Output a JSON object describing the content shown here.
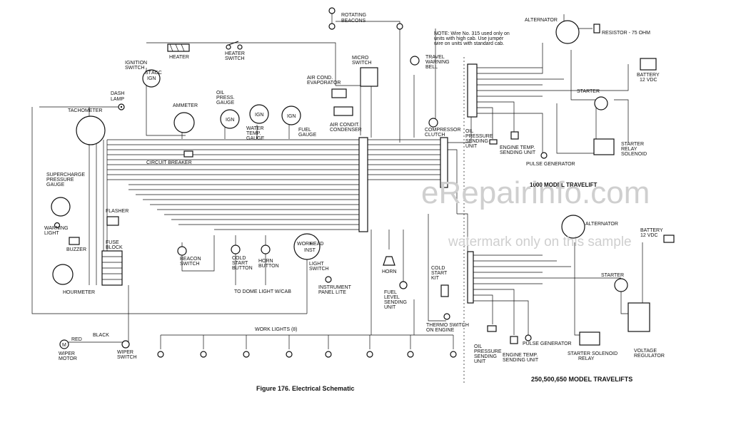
{
  "figure": {
    "caption": "Figure 176. Electrical Schematic",
    "section_1000": "1000 MODEL TRAVELIFT",
    "section_250": "250,500,650 MODEL TRAVELIFTS"
  },
  "note": {
    "line1": "NOTE: Wire No. 315 used only on",
    "line2": "units with high cab. Use jumper",
    "line3": "wire on units with standard cab."
  },
  "watermark": {
    "logo": "eRepairinfo.com",
    "sample": "watermark only on this sample"
  },
  "labels": {
    "rotating_beacons": [
      "ROTATING",
      "BEACONS"
    ],
    "heater": "HEATER",
    "heater_switch": [
      "HEATER",
      "SWITCH"
    ],
    "ignition_switch": [
      "IGNITION",
      "SWITCH"
    ],
    "dash_lamp": [
      "DASH",
      "LAMP"
    ],
    "tachometer": "TACHOMETER",
    "ammeter": "AMMETER",
    "oil_press_gauge": [
      "OIL",
      "PRESS.",
      "GAUGE"
    ],
    "water_temp_gauge": [
      "WATER",
      "TEMP.",
      "GAUGE"
    ],
    "fuel_gauge": [
      "FUEL",
      "GAUGE"
    ],
    "micro_switch": [
      "MICRO",
      "SWITCH"
    ],
    "air_cond_evaporator": [
      "AIR COND.",
      "EVAPORATOR"
    ],
    "air_cond_condenser": [
      "AIR CONDIT.",
      "CONDENSER"
    ],
    "travel_warning_bell": [
      "TRAVEL",
      "WARNING",
      "BELL"
    ],
    "compressor_clutch": [
      "COMPRESSOR",
      "CLUTCH"
    ],
    "circuit_breaker": "CIRCUIT BREAKER",
    "supercharge_gauge": [
      "SUPERCHARGE",
      "PRESSURE",
      "GAUGE"
    ],
    "warning_light": [
      "WARNING",
      "LIGHT"
    ],
    "flasher": "FLASHER",
    "buzzer": "BUZZER",
    "fuse_block": [
      "FUSE",
      "BLOCK"
    ],
    "hourmeter": "HOURMETER",
    "beacon_switch": [
      "BEACON",
      "SWITCH"
    ],
    "cold_start_button": [
      "COLD",
      "START",
      "BUTTON"
    ],
    "horn_button": [
      "HORN",
      "BUTTON"
    ],
    "light_switch": [
      "LIGHT",
      "SWITCH"
    ],
    "horn": "HORN",
    "to_dome_light": "TO DOME LIGHT W/CAB",
    "instrument_panel_lite": [
      "INSTRUMENT",
      "PANEL LITE"
    ],
    "fuel_level_sending_unit": [
      "FUEL",
      "LEVEL",
      "SENDING",
      "UNIT"
    ],
    "cold_start_kit": [
      "COLD",
      "START",
      "KIT"
    ],
    "thermo_switch": [
      "THERMO SWITCH",
      "ON ENGINE"
    ],
    "work_lights": "WORK LIGHTS (8)",
    "wiper_motor": [
      "WIPER",
      "MOTOR"
    ],
    "wiper_switch": [
      "WIPER",
      "SWITCH"
    ],
    "wire_red": "RED",
    "wire_black": "BLACK",
    "alternator_1": "ALTERNATOR",
    "resistor": "RESISTOR - 75 OHM",
    "battery_1": [
      "BATTERY",
      "12 VDC"
    ],
    "starter_1": "STARTER",
    "oil_pressure_sending_unit_1": [
      "OIL",
      "PRESSURE",
      "SENDING",
      "UNIT"
    ],
    "engine_temp_sending_unit_1": [
      "ENGINE TEMP.",
      "SENDING UNIT"
    ],
    "pulse_generator_1": "PULSE GENERATOR",
    "starter_relay_solenoid": [
      "STARTER",
      "RELAY",
      "SOLENOID"
    ],
    "alternator_2": "ALTERNATOR",
    "battery_2": [
      "BATTERY",
      "12 VDC"
    ],
    "starter_2": "STARTER",
    "oil_pressure_sending_unit_2": [
      "OIL",
      "PRESSURE",
      "SENDING",
      "UNIT"
    ],
    "engine_temp_sending_unit_2": [
      "ENGINE TEMP.",
      "SENDING UNIT"
    ],
    "pulse_generator_2": "PULSE GENERATOR",
    "starter_solenoid_relay": [
      "STARTER SOLENOID",
      "RELAY"
    ],
    "voltage_regulator": [
      "VOLTAGE",
      "REGULATOR"
    ]
  }
}
